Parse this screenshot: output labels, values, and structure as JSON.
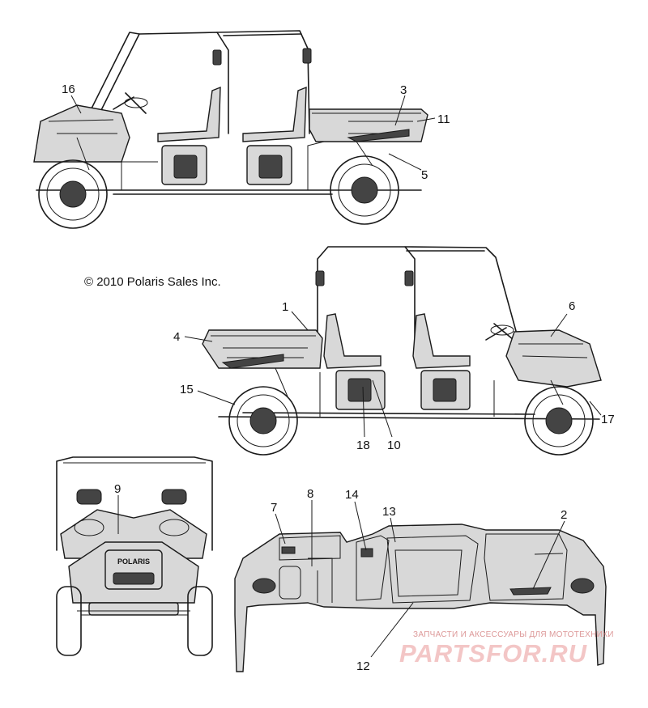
{
  "copyright": "© 2010 Polaris Sales Inc.",
  "grille_text": "POLARIS",
  "watermark": {
    "tagline": "ЗАПЧАСТИ И АКСЕССУАРЫ ДЛЯ МОТОТЕХНИКИ",
    "logo": "PARTSFOR.RU"
  },
  "callouts": [
    "1",
    "2",
    "3",
    "4",
    "5",
    "6",
    "7",
    "8",
    "9",
    "10",
    "11",
    "12",
    "13",
    "14",
    "15",
    "16",
    "17",
    "18"
  ]
}
